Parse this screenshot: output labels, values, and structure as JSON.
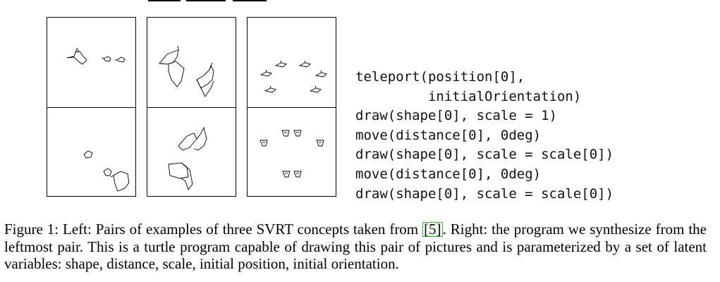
{
  "figure": {
    "code_lines": [
      "teleport(position[0],",
      "         initialOrientation)",
      "draw(shape[0], scale = 1)",
      "move(distance[0], 0deg)",
      "draw(shape[0], scale = scale[0])",
      "move(distance[0], 0deg)",
      "draw(shape[0], scale = scale[0])"
    ],
    "caption": {
      "before_cite": "Figure 1: Left: Pairs of examples of three SVRT concepts taken from ",
      "cite": "[5]",
      "after_cite": ". Right: the program we synthesize from the leftmost pair. This is a turtle program capable of drawing this pair of pictures and is parameterized by a set of latent variables: shape, distance, scale, initial position, initial orientation."
    },
    "colors": {
      "ink": "#000000",
      "cite_box": "#22c022"
    }
  }
}
